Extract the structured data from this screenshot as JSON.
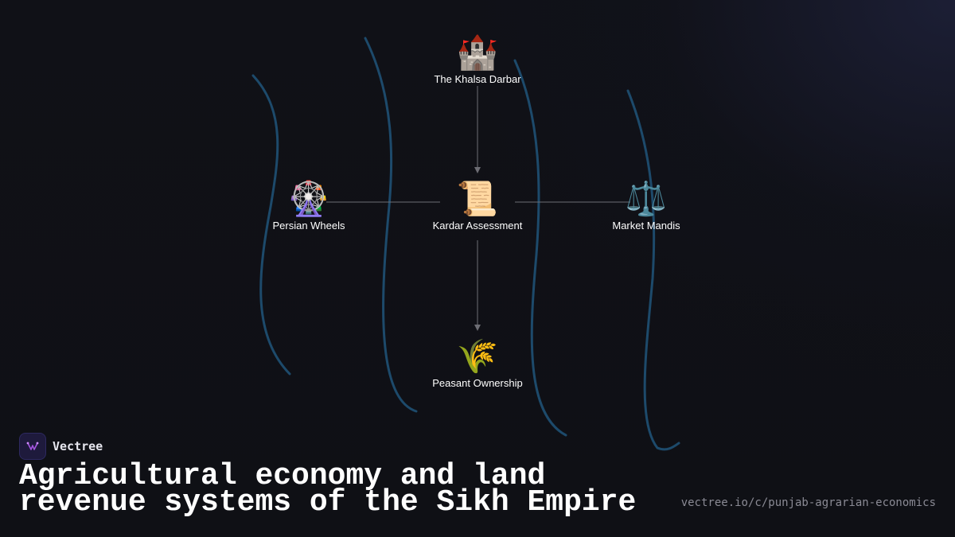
{
  "diagram": {
    "nodes": [
      {
        "id": "darbar",
        "emoji": "🏰",
        "icon": "castle-icon",
        "label": "The Khalsa Darbar"
      },
      {
        "id": "kardar",
        "emoji": "📜",
        "icon": "scroll-icon",
        "label": "Kardar Assessment"
      },
      {
        "id": "wheels",
        "emoji": "🎡",
        "icon": "ferris-wheel-icon",
        "label": "Persian Wheels"
      },
      {
        "id": "mandis",
        "emoji": "⚖️",
        "icon": "balance-scale-icon",
        "label": "Market Mandis"
      },
      {
        "id": "peasant",
        "emoji": "🌾",
        "icon": "wheat-sheaf-icon",
        "label": "Peasant Ownership"
      }
    ],
    "edges": [
      {
        "from": "darbar",
        "to": "kardar",
        "arrow": true
      },
      {
        "from": "kardar",
        "to": "peasant",
        "arrow": true
      },
      {
        "from": "kardar",
        "to": "wheels",
        "arrow": false
      },
      {
        "from": "kardar",
        "to": "mandis",
        "arrow": false
      }
    ],
    "colors": {
      "edge": "#6d6d74",
      "river": "#1d4a6b",
      "label": "#ffffff"
    }
  },
  "brand": {
    "name": "Vectree",
    "logo_icon": "vectree-logo-icon",
    "logo_color": "#a455e0"
  },
  "title": "Agricultural economy and land revenue systems of the Sikh Empire",
  "url": "vectree.io/c/punjab-agrarian-economics"
}
